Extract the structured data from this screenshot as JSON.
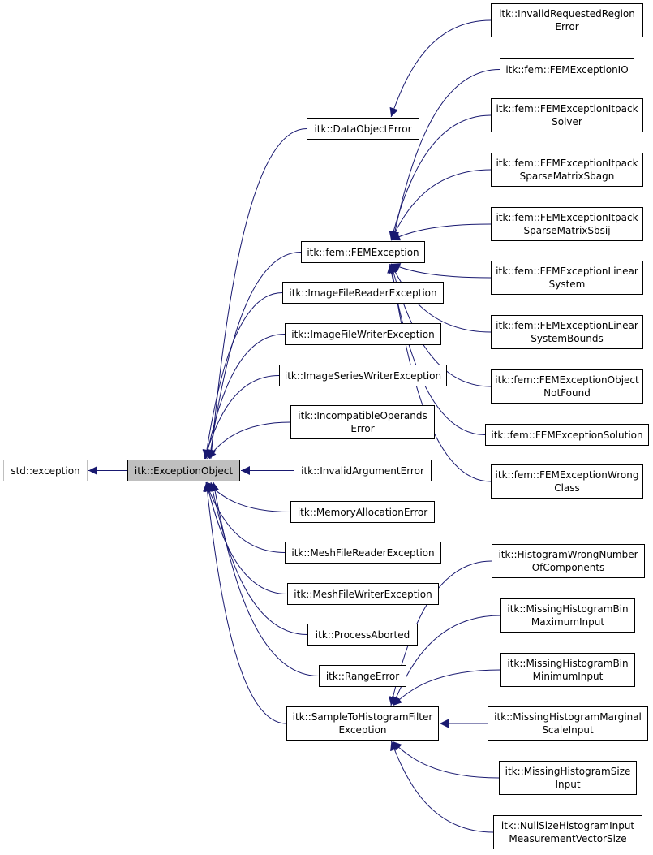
{
  "colors": {
    "edge": "#191970",
    "node_border": "#000000",
    "external_border": "#bfbfbf",
    "focus_fill": "#bfbfbf"
  },
  "nodes": {
    "std_exception": {
      "lines": [
        "std::exception"
      ]
    },
    "exception_object": {
      "lines": [
        "itk::ExceptionObject"
      ]
    },
    "invalid_requested_region_error": {
      "lines": [
        "itk::InvalidRequestedRegion",
        "Error"
      ]
    },
    "data_object_error": {
      "lines": [
        "itk::DataObjectError"
      ]
    },
    "fem_exception": {
      "lines": [
        "itk::fem::FEMException"
      ]
    },
    "fem_exception_io": {
      "lines": [
        "itk::fem::FEMExceptionIO"
      ]
    },
    "fem_exception_itpack_solver": {
      "lines": [
        "itk::fem::FEMExceptionItpack",
        "Solver"
      ]
    },
    "fem_exception_itpack_sparse_matrix_sbagn": {
      "lines": [
        "itk::fem::FEMExceptionItpack",
        "SparseMatrixSbagn"
      ]
    },
    "fem_exception_itpack_sparse_matrix_sbsij": {
      "lines": [
        "itk::fem::FEMExceptionItpack",
        "SparseMatrixSbsij"
      ]
    },
    "fem_exception_linear_system": {
      "lines": [
        "itk::fem::FEMExceptionLinear",
        "System"
      ]
    },
    "fem_exception_linear_system_bounds": {
      "lines": [
        "itk::fem::FEMExceptionLinear",
        "SystemBounds"
      ]
    },
    "fem_exception_object_not_found": {
      "lines": [
        "itk::fem::FEMExceptionObject",
        "NotFound"
      ]
    },
    "fem_exception_solution": {
      "lines": [
        "itk::fem::FEMExceptionSolution"
      ]
    },
    "fem_exception_wrong_class": {
      "lines": [
        "itk::fem::FEMExceptionWrong",
        "Class"
      ]
    },
    "image_file_reader_exception": {
      "lines": [
        "itk::ImageFileReaderException"
      ]
    },
    "image_file_writer_exception": {
      "lines": [
        "itk::ImageFileWriterException"
      ]
    },
    "image_series_writer_exception": {
      "lines": [
        "itk::ImageSeriesWriterException"
      ]
    },
    "incompatible_operands_error": {
      "lines": [
        "itk::IncompatibleOperands",
        "Error"
      ]
    },
    "invalid_argument_error": {
      "lines": [
        "itk::InvalidArgumentError"
      ]
    },
    "memory_allocation_error": {
      "lines": [
        "itk::MemoryAllocationError"
      ]
    },
    "mesh_file_reader_exception": {
      "lines": [
        "itk::MeshFileReaderException"
      ]
    },
    "mesh_file_writer_exception": {
      "lines": [
        "itk::MeshFileWriterException"
      ]
    },
    "process_aborted": {
      "lines": [
        "itk::ProcessAborted"
      ]
    },
    "range_error": {
      "lines": [
        "itk::RangeError"
      ]
    },
    "sample_to_histogram_filter_exception": {
      "lines": [
        "itk::SampleToHistogramFilter",
        "Exception"
      ]
    },
    "histogram_wrong_number_of_components": {
      "lines": [
        "itk::HistogramWrongNumber",
        "OfComponents"
      ]
    },
    "missing_histogram_bin_maximum_input": {
      "lines": [
        "itk::MissingHistogramBin",
        "MaximumInput"
      ]
    },
    "missing_histogram_bin_minimum_input": {
      "lines": [
        "itk::MissingHistogramBin",
        "MinimumInput"
      ]
    },
    "missing_histogram_marginal_scale_input": {
      "lines": [
        "itk::MissingHistogramMarginal",
        "ScaleInput"
      ]
    },
    "missing_histogram_size_input": {
      "lines": [
        "itk::MissingHistogramSize",
        "Input"
      ]
    },
    "null_size_histogram_input_measurement_vector_size": {
      "lines": [
        "itk::NullSizeHistogramInput",
        "MeasurementVectorSize"
      ]
    }
  },
  "edges": [
    [
      "exception_object",
      "std_exception"
    ],
    [
      "data_object_error",
      "exception_object"
    ],
    [
      "fem_exception",
      "exception_object"
    ],
    [
      "image_file_reader_exception",
      "exception_object"
    ],
    [
      "image_file_writer_exception",
      "exception_object"
    ],
    [
      "image_series_writer_exception",
      "exception_object"
    ],
    [
      "incompatible_operands_error",
      "exception_object"
    ],
    [
      "invalid_argument_error",
      "exception_object"
    ],
    [
      "memory_allocation_error",
      "exception_object"
    ],
    [
      "mesh_file_reader_exception",
      "exception_object"
    ],
    [
      "mesh_file_writer_exception",
      "exception_object"
    ],
    [
      "process_aborted",
      "exception_object"
    ],
    [
      "range_error",
      "exception_object"
    ],
    [
      "sample_to_histogram_filter_exception",
      "exception_object"
    ],
    [
      "invalid_requested_region_error",
      "data_object_error"
    ],
    [
      "fem_exception_io",
      "fem_exception"
    ],
    [
      "fem_exception_itpack_solver",
      "fem_exception"
    ],
    [
      "fem_exception_itpack_sparse_matrix_sbagn",
      "fem_exception"
    ],
    [
      "fem_exception_itpack_sparse_matrix_sbsij",
      "fem_exception"
    ],
    [
      "fem_exception_linear_system",
      "fem_exception"
    ],
    [
      "fem_exception_linear_system_bounds",
      "fem_exception"
    ],
    [
      "fem_exception_object_not_found",
      "fem_exception"
    ],
    [
      "fem_exception_solution",
      "fem_exception"
    ],
    [
      "fem_exception_wrong_class",
      "fem_exception"
    ],
    [
      "histogram_wrong_number_of_components",
      "sample_to_histogram_filter_exception"
    ],
    [
      "missing_histogram_bin_maximum_input",
      "sample_to_histogram_filter_exception"
    ],
    [
      "missing_histogram_bin_minimum_input",
      "sample_to_histogram_filter_exception"
    ],
    [
      "missing_histogram_marginal_scale_input",
      "sample_to_histogram_filter_exception"
    ],
    [
      "missing_histogram_size_input",
      "sample_to_histogram_filter_exception"
    ],
    [
      "null_size_histogram_input_measurement_vector_size",
      "sample_to_histogram_filter_exception"
    ]
  ]
}
